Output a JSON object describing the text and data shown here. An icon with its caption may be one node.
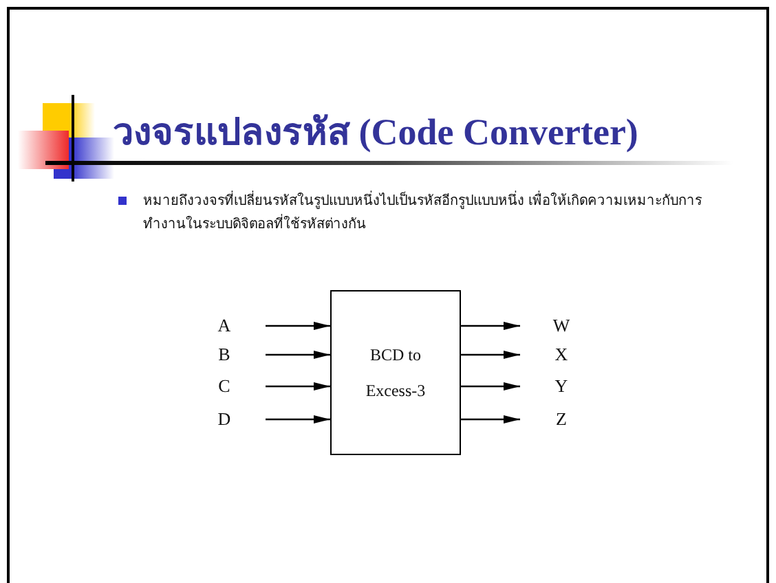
{
  "diagram": {
    "title": "วงจรแปลงรหัส (Code Converter)",
    "nodes": [
      {
        "text": [
          "A"
        ]
      },
      {
        "text": [
          "B"
        ]
      },
      {
        "text": [
          "C"
        ]
      },
      {
        "text": [
          "D"
        ]
      },
      {
        "text": [
          "BCD to Excess-3"
        ]
      },
      {
        "text": [
          "W"
        ]
      },
      {
        "text": [
          "X"
        ]
      },
      {
        "text": [
          "Y"
        ]
      },
      {
        "text": [
          "Z"
        ]
      }
    ],
    "edges": [
      {
        "from": 0,
        "to": 4,
        "arrow": "to"
      },
      {
        "from": 1,
        "to": 4,
        "arrow": "to"
      },
      {
        "from": 2,
        "to": 4,
        "arrow": "to"
      },
      {
        "from": 3,
        "to": 4,
        "arrow": "to"
      },
      {
        "from": 4,
        "to": 5,
        "arrow": "to"
      },
      {
        "from": 4,
        "to": 6,
        "arrow": "to"
      },
      {
        "from": 4,
        "to": 7,
        "arrow": "to"
      },
      {
        "from": 4,
        "to": 8,
        "arrow": "to"
      }
    ],
    "labels": [
      "หมายถึงวงจรที่เปลี่ยนรหัสในรูปแบบหนึ่งไปเป็นรหัสอีกรูปแบบหนึ่ง เพื่อให้เกิดความเหมาะกับการทำงานในระบบดิจิตอลที่ใช้รหัสต่างกัน"
    ]
  }
}
